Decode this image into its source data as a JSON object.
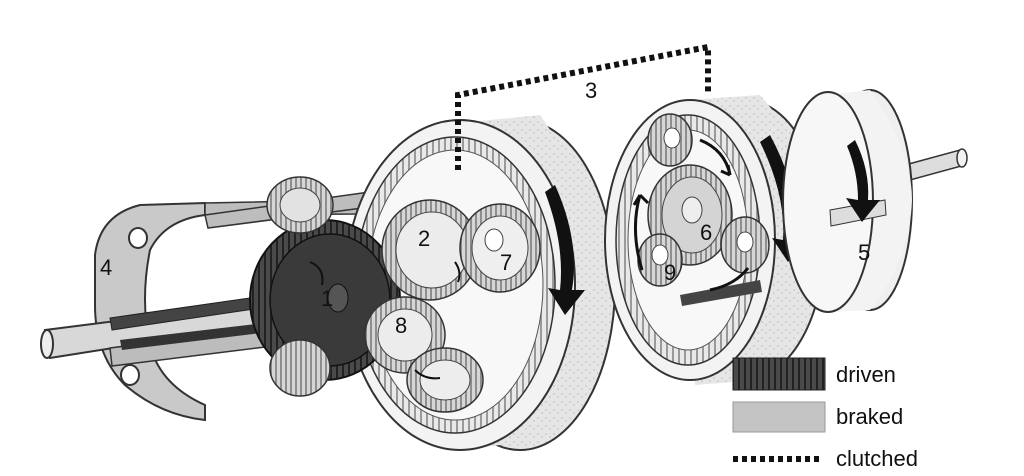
{
  "diagram": {
    "labels": {
      "n1": "1",
      "n2": "2",
      "n3": "3",
      "n4": "4",
      "n5": "5",
      "n6": "6",
      "n7": "7",
      "n8": "8",
      "n9": "9"
    },
    "legend": {
      "driven": "driven",
      "braked": "braked",
      "clutched": "clutched"
    },
    "colors": {
      "driven": "#3a3a3a",
      "braked": "#c8c8c8",
      "line": "#222222",
      "background": "#ffffff"
    }
  }
}
